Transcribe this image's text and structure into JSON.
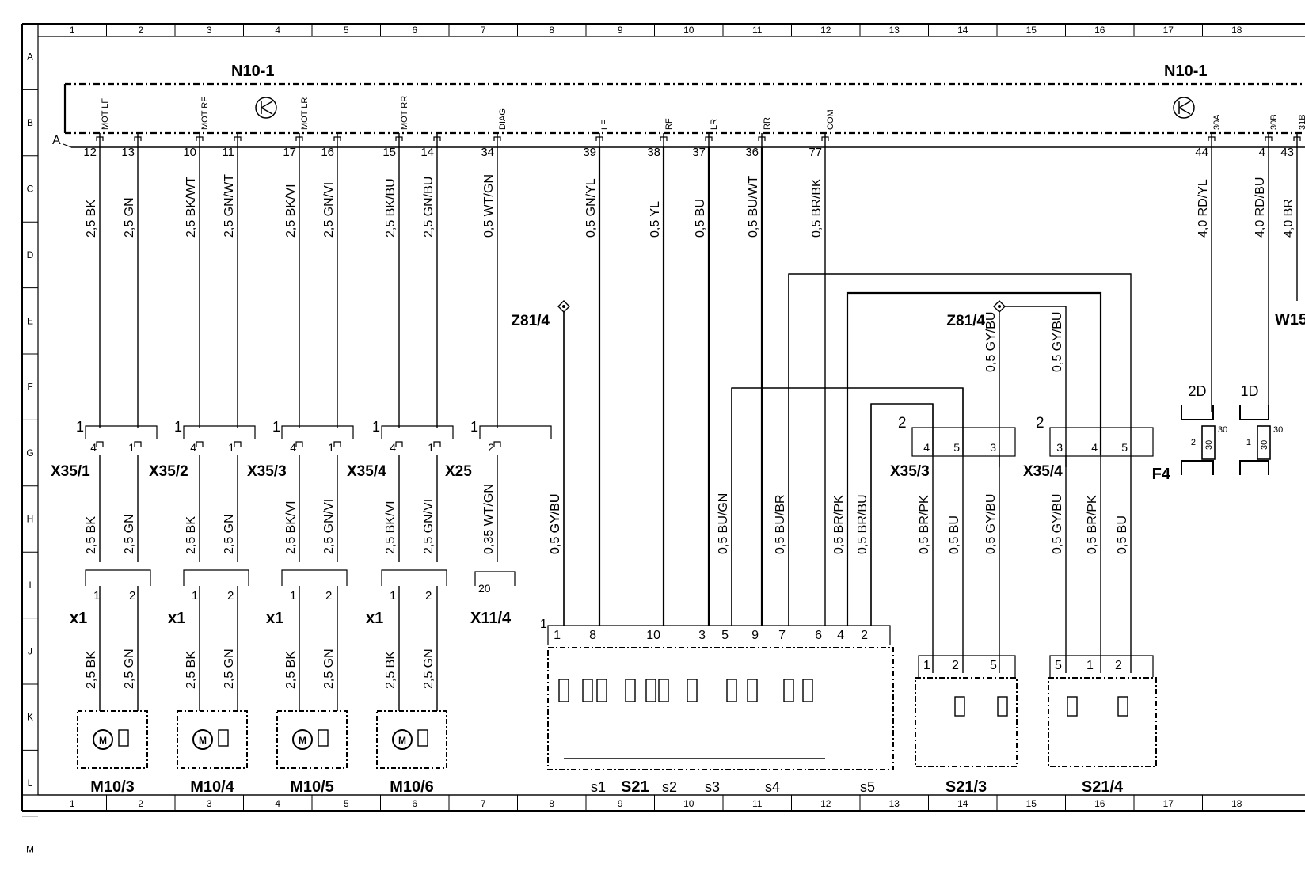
{
  "diagram": {
    "columns": [
      "1",
      "2",
      "3",
      "4",
      "5",
      "6",
      "7",
      "8",
      "9",
      "10",
      "11",
      "12",
      "13",
      "14",
      "15",
      "16",
      "17",
      "18"
    ],
    "rows": [
      "A",
      "B",
      "C",
      "D",
      "E",
      "F",
      "G",
      "H",
      "I",
      "J",
      "K",
      "L",
      "M"
    ],
    "module_label": "N10-1",
    "bus_label": "A",
    "module_pins": [
      {
        "num": "12",
        "func": "MOT LF"
      },
      {
        "num": "13",
        "func": ""
      },
      {
        "num": "10",
        "func": "MOT RF"
      },
      {
        "num": "11",
        "func": ""
      },
      {
        "num": "17",
        "func": "MOT LR"
      },
      {
        "num": "16",
        "func": ""
      },
      {
        "num": "15",
        "func": "MOT RR"
      },
      {
        "num": "14",
        "func": ""
      },
      {
        "num": "34",
        "func": "DIAG"
      },
      {
        "num": "39",
        "func": "LF"
      },
      {
        "num": "38",
        "func": "RF"
      },
      {
        "num": "37",
        "func": "LR"
      },
      {
        "num": "36",
        "func": "RR"
      },
      {
        "num": "77",
        "func": "COM"
      },
      {
        "num": "44",
        "func": "30A"
      },
      {
        "num": "4",
        "func": "30B"
      },
      {
        "num": "43",
        "func": "31B"
      }
    ],
    "upper_wires": [
      "2,5 BK",
      "2,5 GN",
      "2,5 BK/WT",
      "2,5 GN/WT",
      "2,5 BK/VI",
      "2,5 GN/VI",
      "2,5 BK/BU",
      "2,5 GN/BU",
      "0,5 WT/GN",
      "0,5 GN/YL",
      "0,5 YL",
      "0,5 BU",
      "0,5 BU/WT",
      "0,5 BR/BK",
      "4,0 RD/YL",
      "4,0 RD/BU",
      "4,0 BR"
    ],
    "ground_points": [
      "Z81/4",
      "Z81/4"
    ],
    "ground_wires": [
      "0,5 GY/BU",
      "0,5 GY/BU"
    ],
    "connectors": [
      "X35/1",
      "X35/2",
      "X35/3",
      "X35/4",
      "X25",
      "X35/3",
      "X35/4"
    ],
    "connector_pin_1": "1",
    "connector_pin_4": "4",
    "connector_pin_2": "2",
    "connector_pin_3": "3",
    "connector_pin_5": "5",
    "mid_wires": [
      "2,5 BK",
      "2,5 GN",
      "2,5 BK",
      "2,5 GN",
      "2,5 BK/VI",
      "2,5 GN/VI",
      "2,5 BK/VI",
      "2,5 GN/VI",
      "0,35 WT/GN",
      "0,5 GY/BU",
      "0,5 BU/GN",
      "0,5 BU/BR",
      "0,5 BR/PK",
      "0,5 BR/BU",
      "0,5 BR/PK",
      "0,5 BU",
      "0,5 GY/BU",
      "0,5 GY/BU",
      "0,5 BR/PK",
      "0,5 BU"
    ],
    "x1_label": "x1",
    "x11_label": "X11/4",
    "x11_pin": "20",
    "lower_wires": [
      "2,5 BK",
      "2,5 GN",
      "2,5 BK",
      "2,5 GN",
      "2,5 BK",
      "2,5 GN",
      "2,5 BK",
      "2,5 GN"
    ],
    "motors": [
      "M10/3",
      "M10/4",
      "M10/5",
      "M10/6"
    ],
    "motor_symbol": "M",
    "s21_pins": [
      "1",
      "8",
      "10",
      "3",
      "5",
      "9",
      "7",
      "6",
      "4",
      "2"
    ],
    "s21_label": "S21",
    "s21_switch_labels": [
      "s1",
      "s2",
      "s3",
      "s4",
      "s5"
    ],
    "s213_pins": [
      "1",
      "2",
      "5"
    ],
    "s214_pins": [
      "5",
      "1",
      "2"
    ],
    "switch_labels": [
      "S21/3",
      "S21/4"
    ],
    "fuse_label": "F4",
    "fuse_slots": [
      "2D",
      "1D"
    ],
    "fuse_inner": [
      "2",
      "1"
    ],
    "fuse_value": "30",
    "w_label": "W15"
  }
}
